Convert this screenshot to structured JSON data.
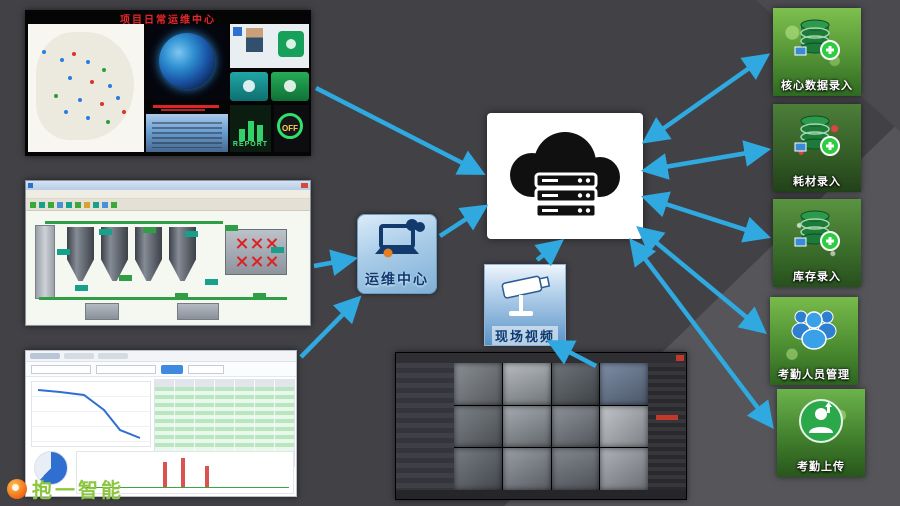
{
  "colors": {
    "arrow": "#2fa9df",
    "logo_green": "#8cc63f"
  },
  "logo": {
    "text": "抱一智能"
  },
  "dashboard": {
    "title": "项目日常运维中心",
    "report_label": "REPORT",
    "off_label": "OFF"
  },
  "ops_center": {
    "label": "运维中心"
  },
  "live_video": {
    "label": "现场视频"
  },
  "right_icons": [
    {
      "label": "核心数据录入"
    },
    {
      "label": "耗材录入"
    },
    {
      "label": "库存录入"
    },
    {
      "label": "考勤人员管理"
    },
    {
      "label": "考勤上传"
    }
  ]
}
